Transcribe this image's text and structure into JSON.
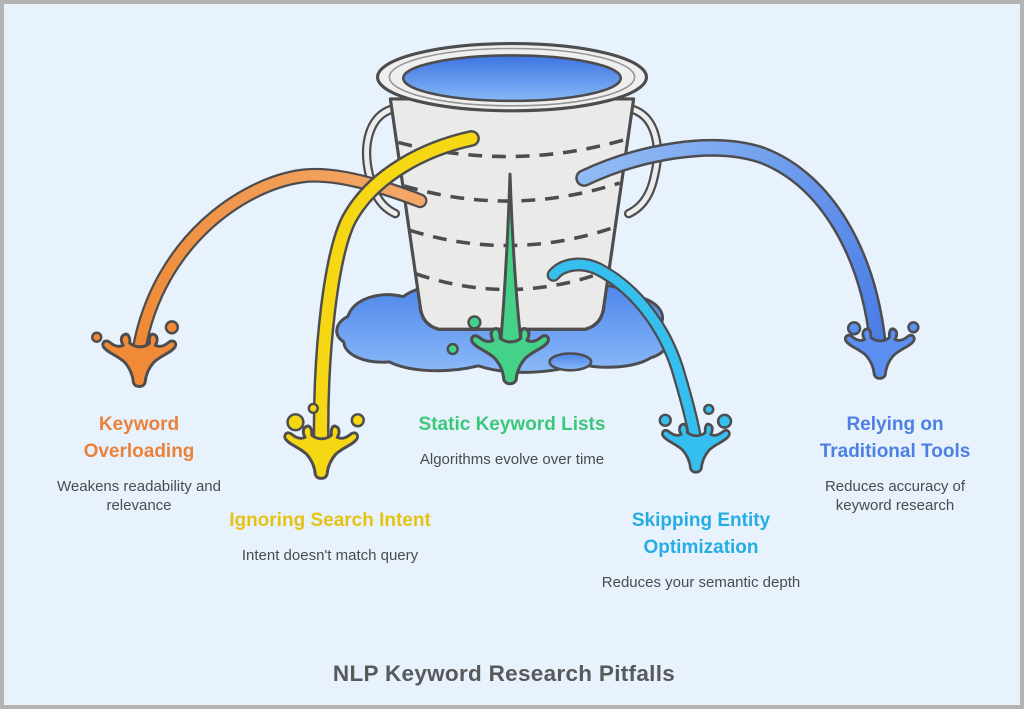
{
  "title": "NLP Keyword Research Pitfalls",
  "pitfalls": [
    {
      "id": "keyword-overloading",
      "title": "Keyword Overloading",
      "description": "Weakens readability and relevance",
      "color": "#e8823c"
    },
    {
      "id": "ignoring-search-intent",
      "title": "Ignoring Search Intent",
      "description": "Intent doesn't match query",
      "color": "#e5c314"
    },
    {
      "id": "static-keyword-lists",
      "title": "Static Keyword Lists",
      "description": "Algorithms evolve over time",
      "color": "#3cc87a"
    },
    {
      "id": "skipping-entity-optimization",
      "title": "Skipping Entity Optimization",
      "description": "Reduces your semantic depth",
      "color": "#25ade4"
    },
    {
      "id": "relying-on-traditional-tools",
      "title": "Relying on Traditional Tools",
      "description": "Reduces accuracy of keyword research",
      "color": "#4e80e2"
    }
  ],
  "illustration": {
    "subject": "leaking-water-bucket",
    "leak_streams": [
      "orange-leak",
      "yellow-leak",
      "green-leak",
      "cyan-leak",
      "blue-leak"
    ],
    "colors": {
      "background": "#e8f2fd",
      "frame_border": "#b3b3b3",
      "outline": "#4d4d4f",
      "bucket_fill": "#eaeae8",
      "bucket_rim": "#efefed",
      "water_top": "#3d74e2",
      "water_bottom": "#86b7f7",
      "puddle_top": "#4c84ea",
      "puddle_bottom": "#8ab9f8",
      "orange": "#f0944a",
      "yellow": "#f6d713",
      "green": "#44d289",
      "cyan": "#35bfee",
      "blue": "#5b8ff2"
    }
  }
}
